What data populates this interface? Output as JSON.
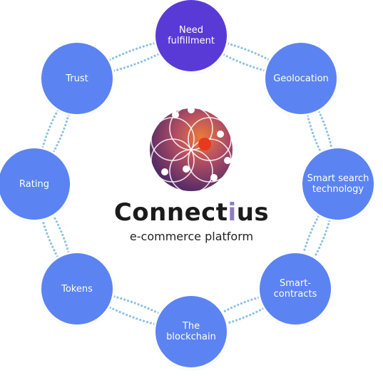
{
  "colors": {
    "node": "#5b83f2",
    "node_top": "#5a3ad6",
    "chain": "#8fc2e6",
    "logo_text": "#1b1b1b",
    "logo_accent": "#8e7ac8",
    "tagline": "#222222"
  },
  "logo": {
    "prefix": "Connect",
    "accent": "i",
    "suffix": "us",
    "tagline": "e-commerce platform"
  },
  "nodes": [
    {
      "id": "need-fulfillment",
      "lines": [
        "Need",
        "fulfillment"
      ],
      "highlight": true
    },
    {
      "id": "geolocation",
      "lines": [
        "Geolocation"
      ]
    },
    {
      "id": "smart-search-technology",
      "lines": [
        "Smart search",
        "technology"
      ]
    },
    {
      "id": "smart-contracts",
      "lines": [
        "Smart-",
        "contracts"
      ]
    },
    {
      "id": "the-blockchain",
      "lines": [
        "The blockchain"
      ]
    },
    {
      "id": "tokens",
      "lines": [
        "Tokens"
      ]
    },
    {
      "id": "rating",
      "lines": [
        "Rating"
      ]
    },
    {
      "id": "trust",
      "lines": [
        "Trust"
      ]
    }
  ]
}
